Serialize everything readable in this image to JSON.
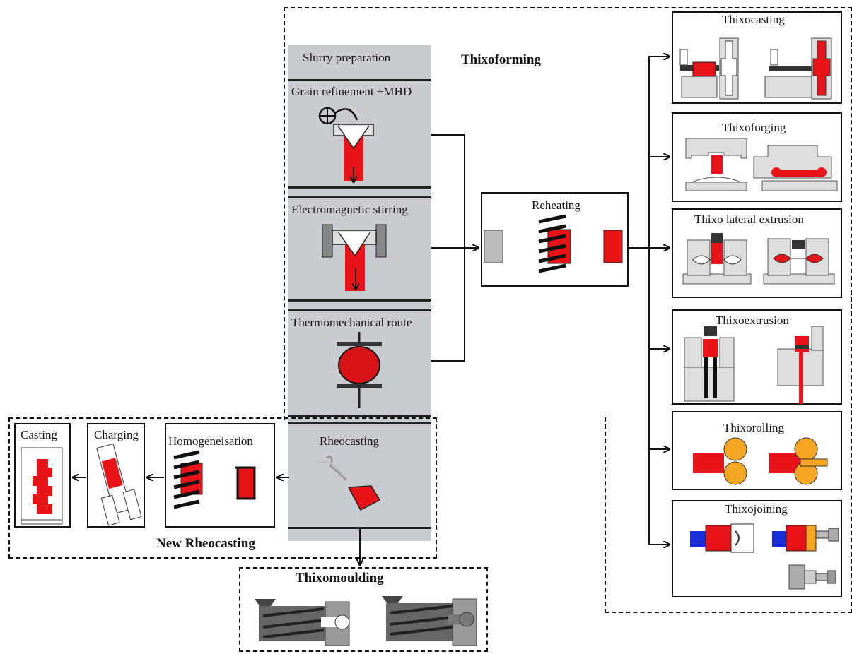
{
  "thixoforming": {
    "title": "Thixoforming"
  },
  "slurry": {
    "header": "Slurry preparation",
    "grain": "Grain refinement +MHD",
    "ems": "Electromagnetic stirring",
    "thermo": "Thermomechanical route",
    "rheo": "Rheocasting"
  },
  "reheating": {
    "label": "Reheating"
  },
  "processes": {
    "thixocasting": "Thixocasting",
    "thixoforging": "Thixoforging",
    "lateral": "Thixo lateral  extrusion",
    "extrusion": "Thixoextrusion",
    "rolling": "Thixorolling",
    "joining": "Thixojoining"
  },
  "new_rheo": {
    "title": "New Rheocasting",
    "homogen": "Homogeneisation",
    "charging": "Charging",
    "casting": "Casting"
  },
  "thixomoulding": {
    "title": "Thixomoulding"
  },
  "colors": {
    "red": "#e8141a",
    "panel": "#c8cbcf",
    "orange": "#f5a623",
    "blue": "#1a2fd6",
    "grey": "#b5b5b5"
  }
}
